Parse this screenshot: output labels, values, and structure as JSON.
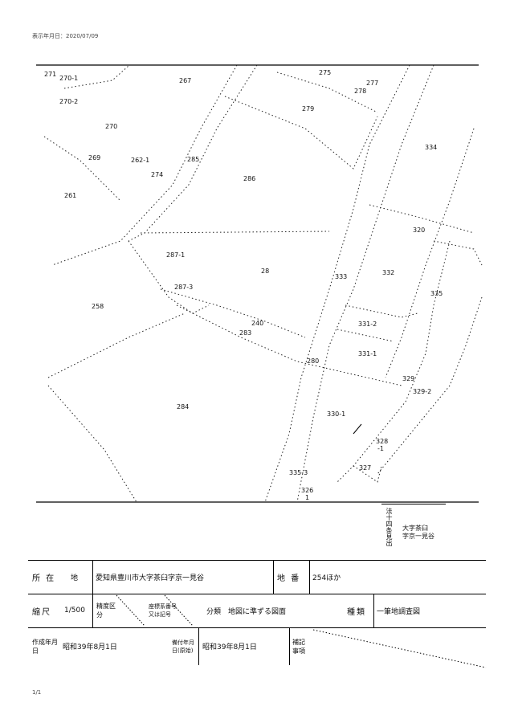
{
  "header": {
    "output_date": "表示年月日：2020/07/09"
  },
  "map": {
    "parcels": [
      "271",
      "270-1",
      "270-2",
      "270",
      "269",
      "262-1",
      "274",
      "285",
      "261",
      "267",
      "275",
      "277",
      "278",
      "279",
      "334",
      "286",
      "320",
      "287-1",
      "28",
      "333",
      "332",
      "287-3",
      "258",
      "335",
      "240",
      "283",
      "331-2",
      "331-1",
      "280",
      "329",
      "329-2",
      "284",
      "330-1",
      "328",
      "-1",
      "327",
      "335-3",
      "326",
      "1"
    ]
  },
  "legend_box": {
    "vertical_label": "法十四条見出",
    "line1": "大字茶臼",
    "line2": "字京一見谷"
  },
  "table": {
    "location_label": "所 在",
    "location_sub": "地",
    "location_value": "愛知県豊川市大字茶臼字京一見谷",
    "lot_label": "地 番",
    "lot_value": "254ほか",
    "scale_label": "縮尺",
    "scale_value": "1/500",
    "precision_label": "精度区分",
    "coord_label": "座標系番号又は記号",
    "class_value": "分類　地図に準ずる図面",
    "type_label": "種類",
    "type_value": "一筆地調査図",
    "created_label": "作成年月日",
    "created_value": "昭和39年8月1日",
    "kept_label": "備付年月日(原始)",
    "kept_value": "昭和39年8月1日",
    "notes_label": "補記事項"
  },
  "footer": {
    "page": "1/1"
  }
}
